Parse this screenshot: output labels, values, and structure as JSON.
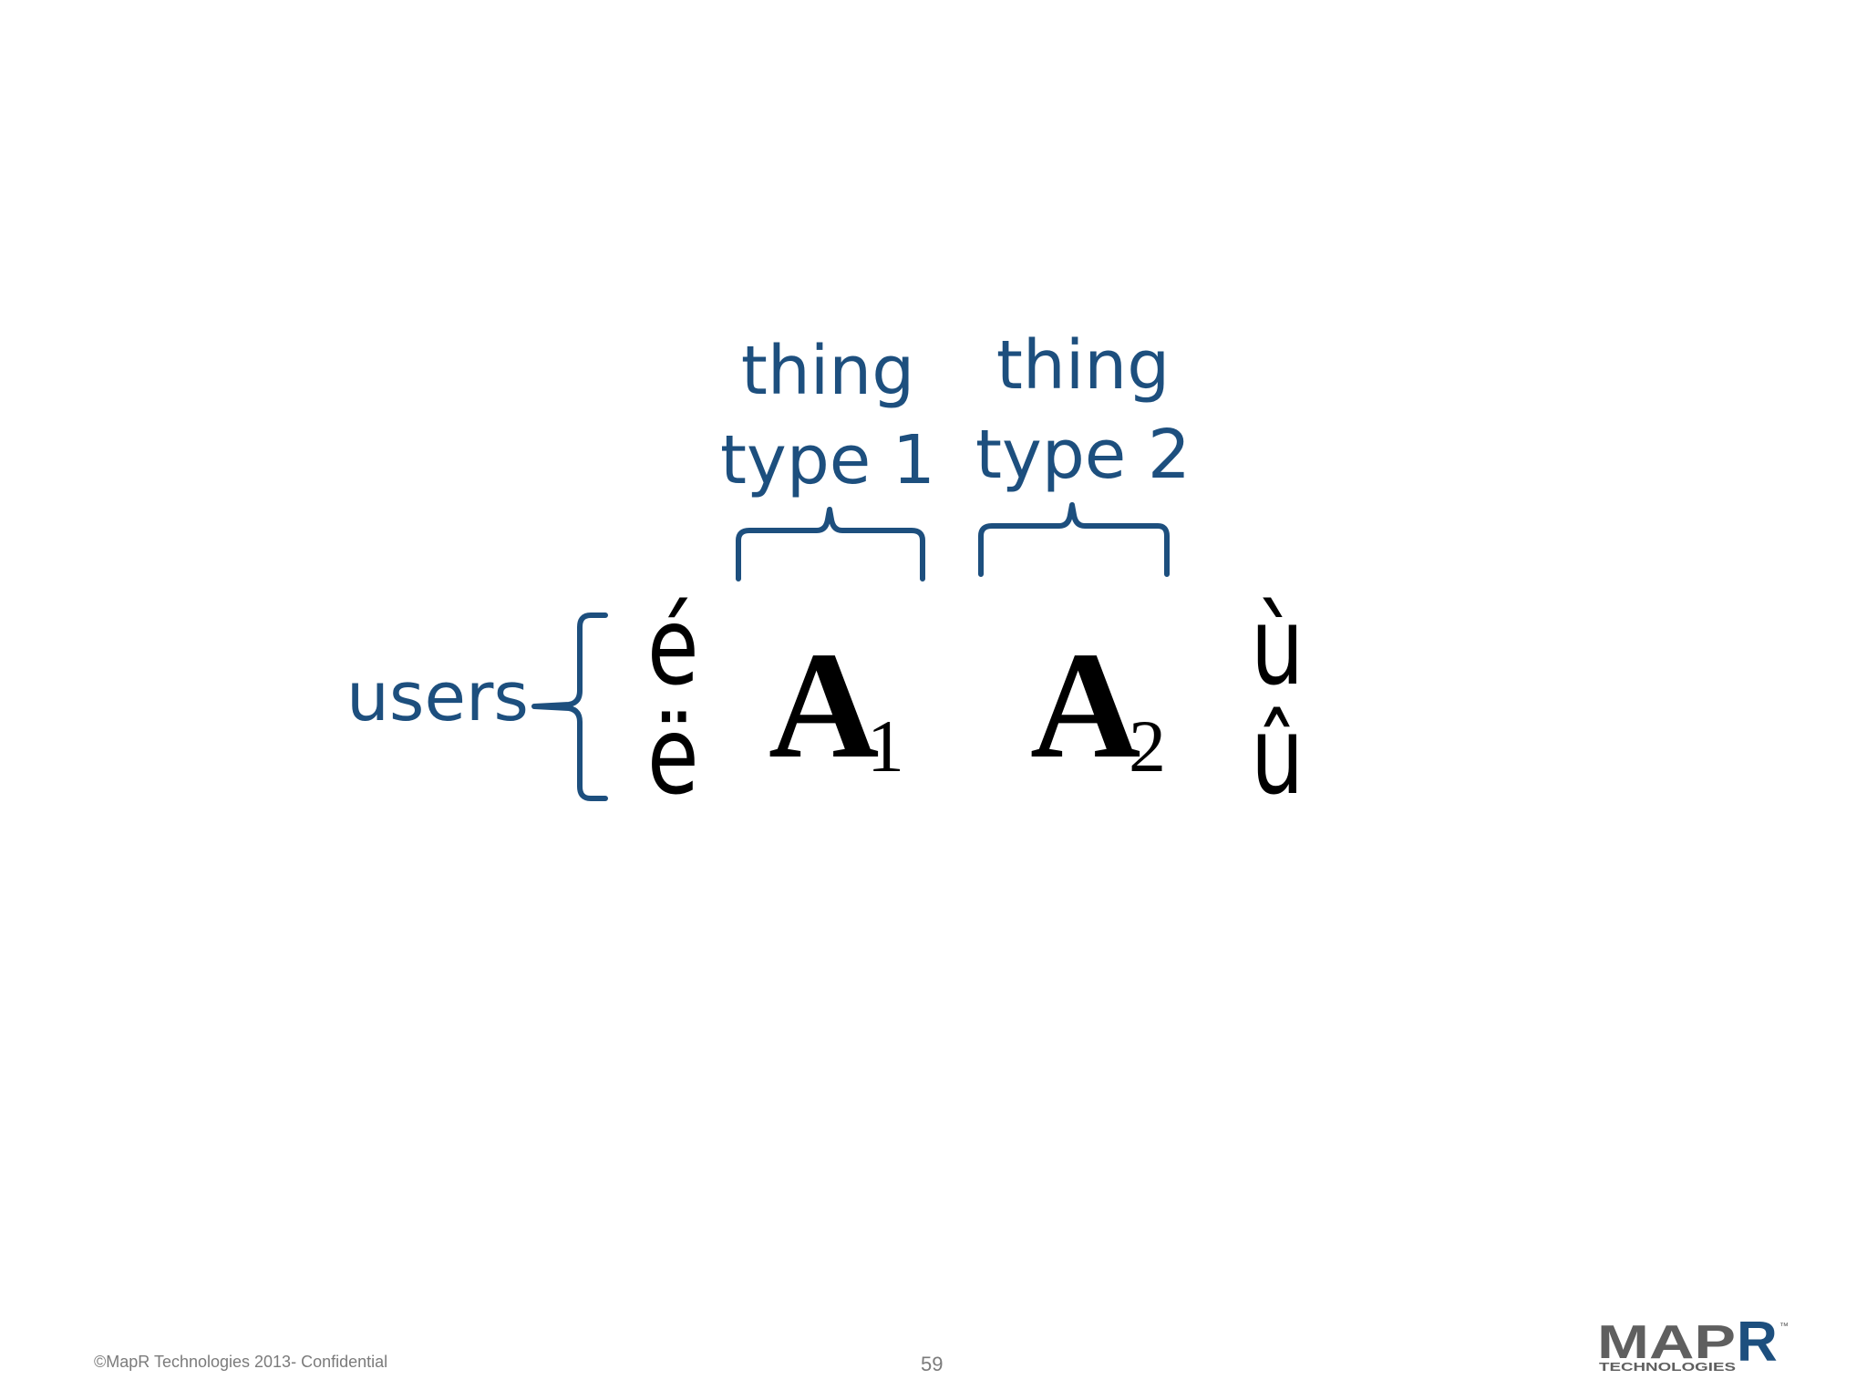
{
  "diagram": {
    "rows_label": "users",
    "column_groups": [
      {
        "line1": "thing",
        "line2": "type 1"
      },
      {
        "line1": "thing",
        "line2": "type 2"
      }
    ],
    "left_vector": [
      "é",
      "ë"
    ],
    "right_vector": [
      "ù",
      "û"
    ],
    "blocks": [
      {
        "symbol": "A",
        "subscript": "1"
      },
      {
        "symbol": "A",
        "subscript": "2"
      }
    ]
  },
  "footer": {
    "copyright": "©MapR Technologies 2013- Confidential",
    "page_number": "59"
  },
  "logo": {
    "brand": "MAPR",
    "subtitle": "TECHNOLOGIES",
    "trademark": "™"
  },
  "colors": {
    "accent": "#1d4f7e",
    "text": "#000000",
    "footer": "#7b7b7b"
  }
}
